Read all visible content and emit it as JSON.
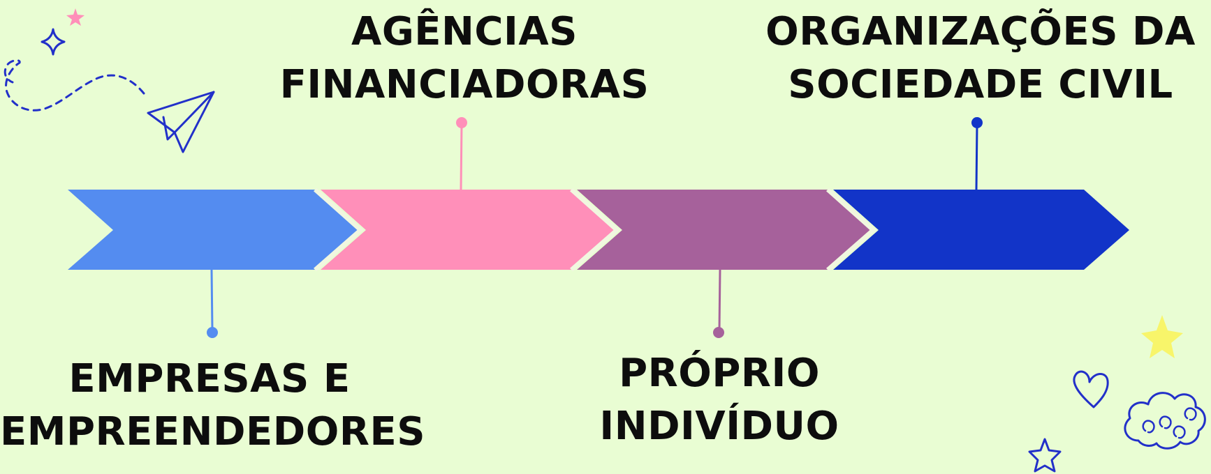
{
  "diagram": {
    "steps": [
      {
        "lines": [
          "EMPRESAS E",
          "EMPREENDEDORES"
        ],
        "color": "#548cf0",
        "label_side": "below"
      },
      {
        "lines": [
          "AGÊNCIAS",
          "FINANCIADORAS"
        ],
        "color": "#ff8fb9",
        "label_side": "above"
      },
      {
        "lines": [
          "PRÓPRIO",
          "INDIVÍDUO"
        ],
        "color": "#a6619b",
        "label_side": "below"
      },
      {
        "lines": [
          "ORGANIZAÇÕES DA",
          "SOCIEDADE CIVIL"
        ],
        "color": "#1234c8",
        "label_side": "above"
      }
    ]
  },
  "colors": {
    "background": "#e9fdd3",
    "separator": "#f1f7e0",
    "doodle_blue": "#2230c9",
    "star_pink": "#ff8fb9",
    "star_yellow": "#f8f56a"
  },
  "decorations": [
    "sparkle-icon",
    "pink-star-icon",
    "dashed-trail-icon",
    "paper-plane-icon",
    "yellow-star-icon",
    "heart-icon",
    "cloud-icon",
    "outline-star-icon"
  ]
}
